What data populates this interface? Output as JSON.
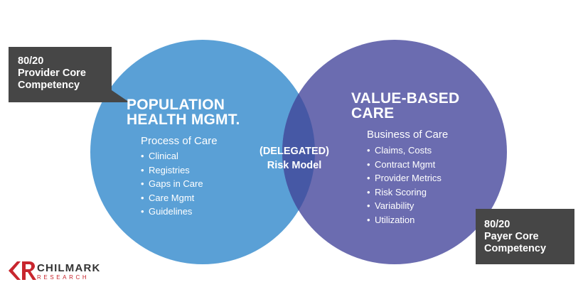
{
  "colors": {
    "left_circle": "#5aa0d6",
    "right_circle": "#6b6cb0",
    "overlap": "#4658a5",
    "callout_box": "#464646",
    "logo_red": "#c8262e"
  },
  "left_circle": {
    "title_line1": "POPULATION",
    "title_line2": "HEALTH MGMT.",
    "subhead": "Process of Care",
    "items": [
      "Clinical",
      "Registries",
      "Gaps in Care",
      "Care Mgmt",
      "Guidelines"
    ]
  },
  "right_circle": {
    "title_line1": "VALUE-BASED",
    "title_line2": "CARE",
    "subhead": "Business of Care",
    "items": [
      "Claims, Costs",
      "Contract Mgmt",
      "Provider Metrics",
      "Risk Scoring",
      "Variability",
      "Utilization"
    ]
  },
  "overlap": {
    "line1": "(DELEGATED)",
    "line2": "Risk Model"
  },
  "callouts": {
    "provider": {
      "line1": "80/20",
      "line2": "Provider Core",
      "line3": "Competency"
    },
    "payer": {
      "line1": "80/20",
      "line2": "Payer Core",
      "line3": "Competency"
    }
  },
  "logo": {
    "word": "CHILMARK",
    "sub": "RESEARCH",
    "icon": "chilmark-cr-logo-icon"
  }
}
